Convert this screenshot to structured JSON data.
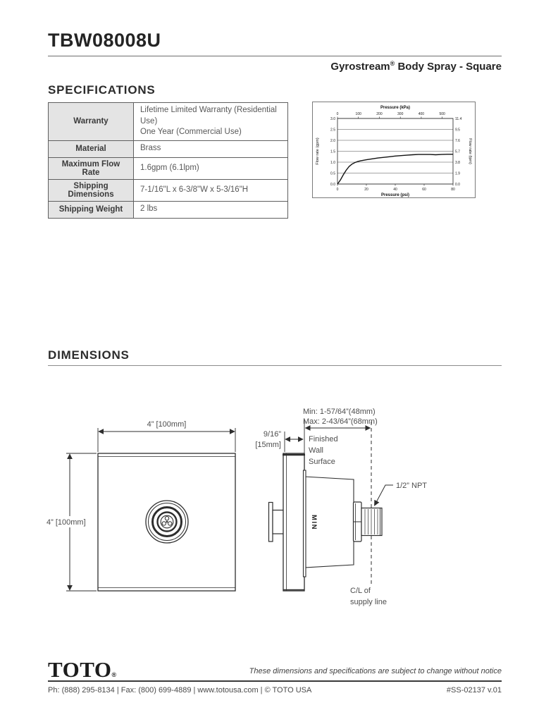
{
  "header": {
    "model": "TBW08008U",
    "product_name": "Gyrostream",
    "product_reg": "®",
    "product_rest": " Body Spray - Square"
  },
  "specifications": {
    "title": "SPECIFICATIONS",
    "rows": [
      {
        "label": "Warranty",
        "value": "Lifetime Limited Warranty (Residential Use)\nOne Year (Commercial Use)"
      },
      {
        "label": "Material",
        "value": "Brass"
      },
      {
        "label": "Maximum Flow Rate",
        "value": "1.6gpm (6.1lpm)"
      },
      {
        "label": "Shipping Dimensions",
        "value": "7-1/16\"L x 6-3/8\"W x 5-3/16\"H"
      },
      {
        "label": "Shipping Weight",
        "value": "2 lbs"
      }
    ]
  },
  "chart_data": {
    "type": "line",
    "top_axis_label": "Pressure (kPa)",
    "bottom_axis_label": "Pressure (psi)",
    "left_axis_label": "Flow rate (gpm)",
    "right_axis_label": "Flow rate (lpm)",
    "x_psi_range": [
      0,
      80
    ],
    "x_psi_ticks": [
      0,
      20,
      40,
      60,
      80
    ],
    "x_kpa_ticks": [
      0,
      100,
      200,
      300,
      400,
      500
    ],
    "kpa_per_psi": 6.895,
    "y_gpm_range": [
      0,
      3.0
    ],
    "y_gpm_ticks": [
      0.0,
      0.5,
      1.0,
      1.5,
      2.0,
      2.5,
      3.0
    ],
    "y_lpm_ticks": [
      0.0,
      1.9,
      3.8,
      5.7,
      7.6,
      9.5,
      11.4
    ],
    "grid": true,
    "legend": "none",
    "series": [
      {
        "name": "Flow rate",
        "points": [
          [
            0,
            0
          ],
          [
            2,
            0.18
          ],
          [
            4,
            0.42
          ],
          [
            6,
            0.63
          ],
          [
            8,
            0.8
          ],
          [
            10,
            0.91
          ],
          [
            12,
            0.98
          ],
          [
            14,
            1.03
          ],
          [
            16,
            1.06
          ],
          [
            20,
            1.11
          ],
          [
            24,
            1.15
          ],
          [
            28,
            1.19
          ],
          [
            32,
            1.22
          ],
          [
            36,
            1.25
          ],
          [
            40,
            1.28
          ],
          [
            44,
            1.3
          ],
          [
            48,
            1.32
          ],
          [
            52,
            1.34
          ],
          [
            56,
            1.35
          ],
          [
            60,
            1.35
          ],
          [
            64,
            1.35
          ],
          [
            68,
            1.34
          ],
          [
            72,
            1.35
          ],
          [
            76,
            1.36
          ],
          [
            80,
            1.36
          ]
        ]
      }
    ]
  },
  "dimensions": {
    "title": "DIMENSIONS",
    "front_width": "4” [100mm]",
    "front_height": "4” [100mm]",
    "plate_depth_inch": "9/16”",
    "plate_depth_mm": "[15mm]",
    "min_depth": "Min: 1-57/64”(48mm)",
    "max_depth": "Max: 2-43/64”(68mm)",
    "wall_line1": "Finished",
    "wall_line2": "Wall",
    "wall_line3": "Surface",
    "npt_label": "1/2” NPT",
    "cl_line1": "C/L of",
    "cl_line2": "supply line",
    "body_marking": "MIN"
  },
  "footer": {
    "logo_text": "TOTO",
    "logo_reg": "®",
    "notice": "These dimensions and specifications are subject to change without notice",
    "contact": "Ph: (888) 295-8134 | Fax: (800) 699-4889 | www.totousa.com | © TOTO USA",
    "doc_code": "#SS-02137 v.01"
  },
  "colors": {
    "table_header_bg": "#e4e4e4",
    "line_color": "#2d2d2d",
    "muted_text": "#4d4d4d"
  }
}
